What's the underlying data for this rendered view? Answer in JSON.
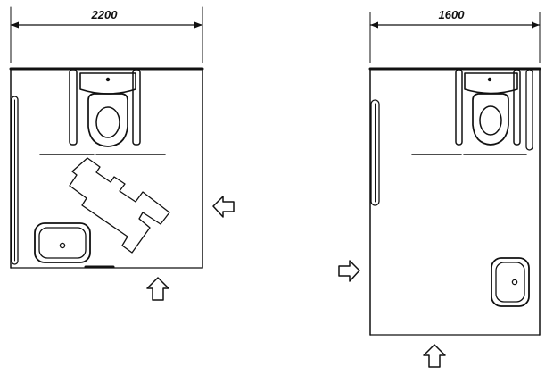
{
  "plans": [
    {
      "name": "accessible-toilet-wide",
      "dimension_label": "2200"
    },
    {
      "name": "accessible-toilet-narrow",
      "dimension_label": "1600"
    }
  ],
  "colors": {
    "ink": "#111111",
    "paper": "#ffffff"
  }
}
